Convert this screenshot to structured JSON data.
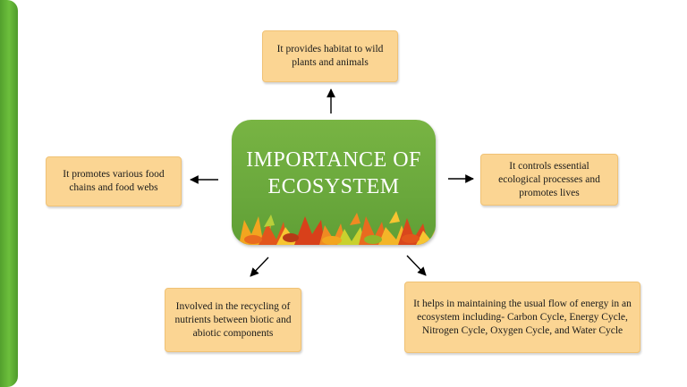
{
  "center": {
    "title_line1": "IMPORTANCE OF",
    "title_line2": "ECOSYSTEM"
  },
  "boxes": {
    "top": "It provides habitat to wild plants and animals",
    "left": "It promotes various food chains and food webs",
    "right": "It controls essential ecological processes and promotes lives",
    "bottom_left": "Involved in the recycling of nutrients between biotic and abiotic components",
    "bottom_right": "It helps in maintaining the usual flow of energy in an ecosystem including- Carbon Cycle, Energy Cycle, Nitrogen Cycle,  Oxygen Cycle, and Water Cycle"
  },
  "colors": {
    "box_fill": "#fbd593",
    "center_fill": "#6aa83c",
    "side_bar": "#5fae33",
    "arrow": "#000000"
  }
}
